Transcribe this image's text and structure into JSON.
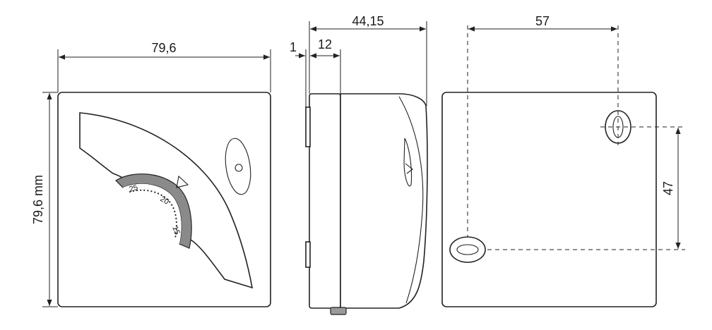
{
  "dimensions": {
    "front_width": "79,6",
    "front_height": "79,6 mm",
    "side_wall_offset": "1",
    "side_base_depth": "12",
    "side_total_depth": "44,15",
    "back_hole_spacing_x": "57",
    "back_hole_spacing_y": "47"
  },
  "dial_scale": {
    "labels": [
      "25",
      "20",
      "15"
    ]
  },
  "colors": {
    "line": "#222222",
    "dial_ring": "#8a8a8a",
    "background": "#ffffff"
  }
}
